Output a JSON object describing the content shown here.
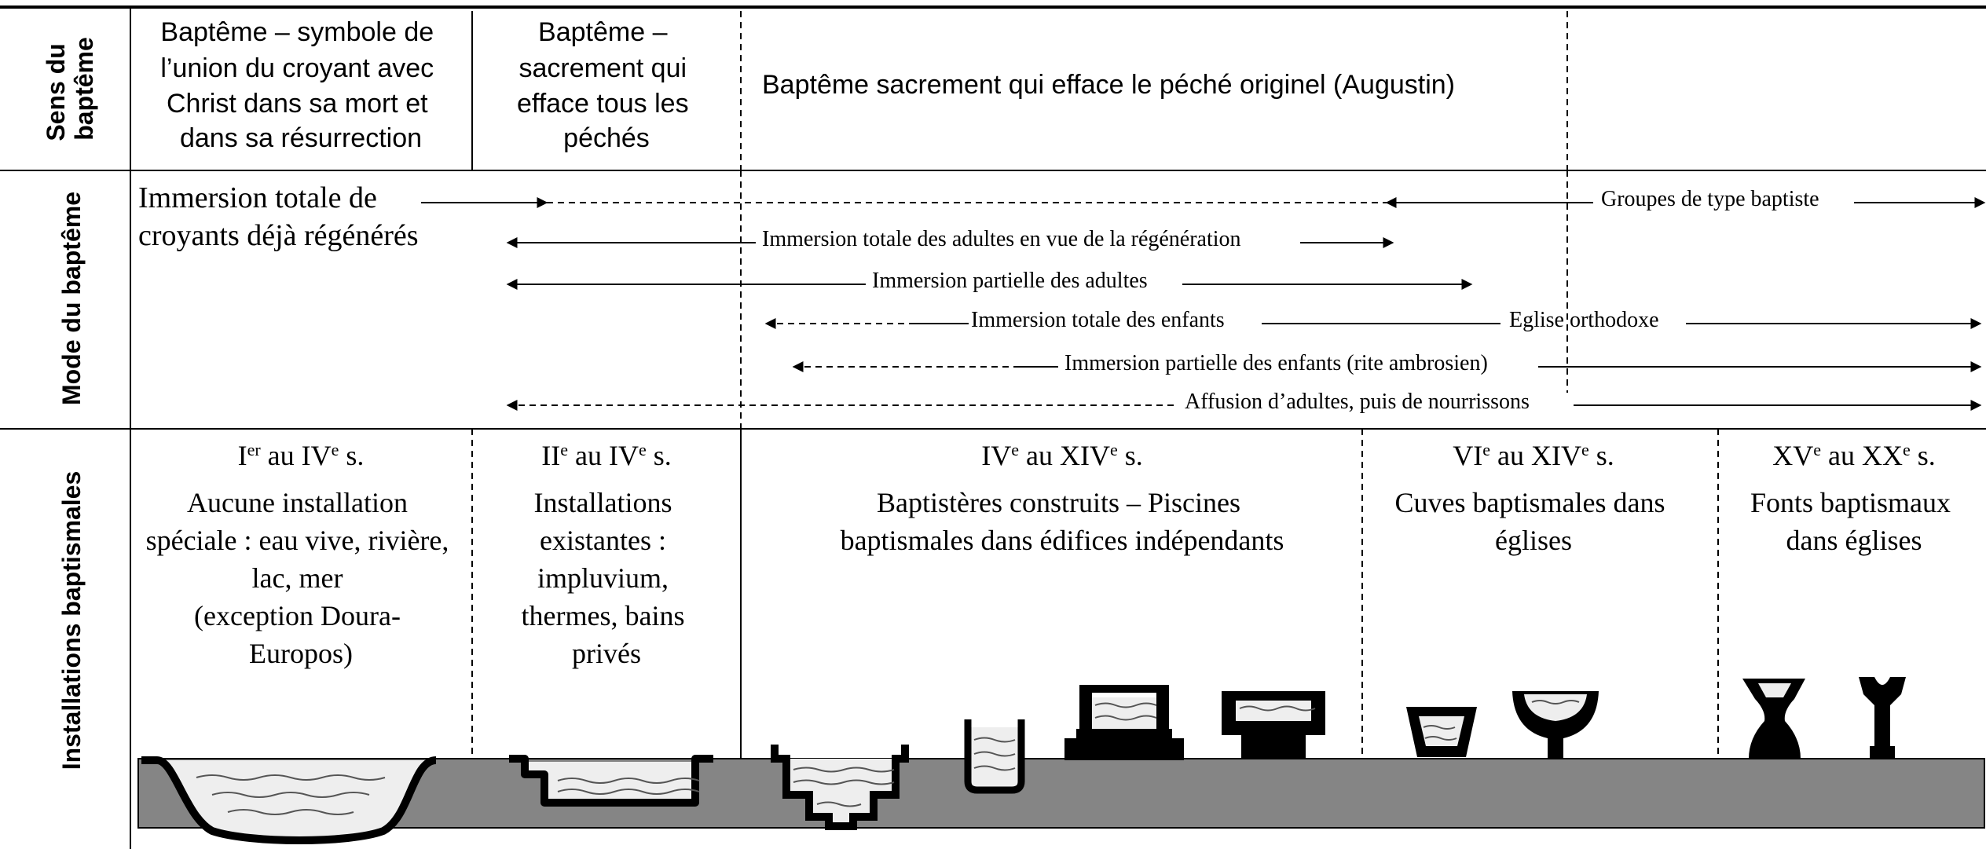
{
  "row_labels": {
    "sens": [
      "Sens du",
      "baptême"
    ],
    "mode": "Mode du baptême",
    "installations": "Installations baptismales"
  },
  "sens": {
    "col1": [
      "Baptême – symbole de",
      "l’union du croyant avec",
      "Christ dans sa mort et",
      "dans sa résurrection"
    ],
    "col2": [
      "Baptême –",
      "sacrement qui",
      "efface tous les",
      "péchés"
    ],
    "col3": "Baptême sacrement qui efface le péché originel (Augustin)"
  },
  "mode": {
    "first": [
      "Immersion totale de",
      "croyants déjà régénérés"
    ],
    "groupes": "Groupes de type baptiste",
    "immersion_adultes": "Immersion totale des adultes en vue de la régénération",
    "partielle_adultes": "Immersion partielle des adultes",
    "totale_enfants": "Immersion totale des enfants",
    "orthodoxe": "Eglise orthodoxe",
    "partielle_enfants": "Immersion partielle des enfants (rite ambrosien)",
    "affusion": "Affusion d’adultes, puis de nourrissons"
  },
  "installations": {
    "c1": {
      "period_a": "I",
      "sup_a": "er",
      "mid": " au IV",
      "sup_b": "e",
      "end": " s.",
      "lines": [
        "Aucune installation",
        "spéciale : eau vive, rivière,",
        "lac, mer",
        "(exception Doura-",
        "Europos)"
      ]
    },
    "c2": {
      "period_a": "II",
      "sup_a": "e",
      "mid": " au IV",
      "sup_b": "e",
      "end": " s.",
      "lines": [
        "Installations",
        "existantes :",
        "impluvium,",
        "thermes, bains",
        "privés"
      ]
    },
    "c3": {
      "period_a": "IV",
      "sup_a": "e",
      "mid": " au XIV",
      "sup_b": "e",
      "end": " s.",
      "lines": [
        "Baptistères construits – Piscines",
        "baptismales dans édifices indépendants"
      ]
    },
    "c4": {
      "period_a": "VI",
      "sup_a": "e",
      "mid": " au XIV",
      "sup_b": "e",
      "end": " s.",
      "lines": [
        "Cuves baptismales dans",
        "églises"
      ]
    },
    "c5": {
      "period_a": "XV",
      "sup_a": "e",
      "mid": " au XX",
      "sup_b": "e",
      "end": " s.",
      "lines": [
        "Fonts baptismaux",
        "dans églises"
      ]
    }
  }
}
